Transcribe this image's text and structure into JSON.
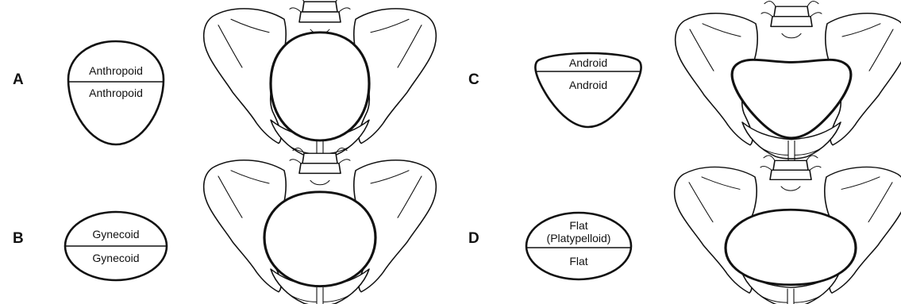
{
  "panels": {
    "a": {
      "letter": "A",
      "top_label": "Anthropoid",
      "bottom_label": "Anthropoid"
    },
    "b": {
      "letter": "B",
      "top_label": "Gynecoid",
      "bottom_label": "Gynecoid"
    },
    "c": {
      "letter": "C",
      "top_label": "Android",
      "bottom_label": "Android"
    },
    "d": {
      "letter": "D",
      "top_label_line1": "Flat",
      "top_label_line2": "(Platypelloid)",
      "bottom_label": "Flat"
    }
  },
  "colors": {
    "line": "#111111",
    "background": "#ffffff"
  }
}
